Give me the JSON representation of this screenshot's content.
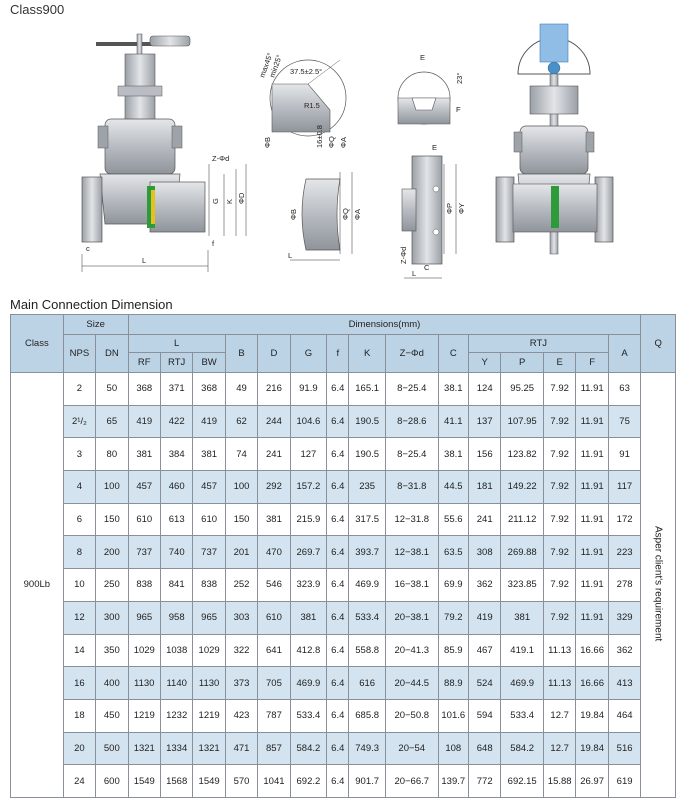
{
  "page_title": "Class900",
  "section_title": "Main Connection Dimension",
  "drawing_labels": {
    "fig1": {
      "z_phi_d": "Z-Φd",
      "c": "c",
      "f": "f",
      "l": "L",
      "g": "G",
      "k": "K",
      "phi_d": "ΦD"
    },
    "fig2": {
      "max45": "max45°",
      "min25": "min25°",
      "angle": "37.5±2.5°",
      "r": "R1.5",
      "t": "16±0.8",
      "phi_b": "ΦB",
      "phi_q": "ΦQ",
      "phi_a": "ΦA"
    },
    "fig3": {
      "phi_b": "ΦB",
      "phi_q": "ΦQ",
      "phi_a": "ΦA",
      "l": "L"
    },
    "fig4": {
      "e": "E",
      "f": "F",
      "angle": "23°"
    },
    "fig5": {
      "e": "E",
      "phi_p": "ΦP",
      "phi_y": "ΦY",
      "z_phi_d": "Z-Φd",
      "c": "C",
      "l": "L"
    }
  },
  "table": {
    "headers": {
      "class": "Class",
      "size": "Size",
      "dimensions": "Dimensions(mm)",
      "nps": "NPS",
      "dn": "DN",
      "l": "L",
      "b": "B",
      "d": "D",
      "g": "G",
      "f": "f",
      "k": "K",
      "z_phi_d": "Z−Φd",
      "c": "C",
      "rtj": "RTJ",
      "a": "A",
      "q": "Q",
      "rf": "RF",
      "l_rtj": "RTJ",
      "bw": "BW",
      "y": "Y",
      "p": "P",
      "e": "E",
      "f2": "F"
    },
    "class_value": "900Lb",
    "note": "Asper client's requirement",
    "rows": [
      [
        "2",
        "50",
        "368",
        "371",
        "368",
        "49",
        "216",
        "91.9",
        "6.4",
        "165.1",
        "8−25.4",
        "38.1",
        "124",
        "95.25",
        "7.92",
        "11.91",
        "63"
      ],
      [
        "2¹/₂",
        "65",
        "419",
        "422",
        "419",
        "62",
        "244",
        "104.6",
        "6.4",
        "190.5",
        "8−28.6",
        "41.1",
        "137",
        "107.95",
        "7.92",
        "11.91",
        "75"
      ],
      [
        "3",
        "80",
        "381",
        "384",
        "381",
        "74",
        "241",
        "127",
        "6.4",
        "190.5",
        "8−25.4",
        "38.1",
        "156",
        "123.82",
        "7.92",
        "11.91",
        "91"
      ],
      [
        "4",
        "100",
        "457",
        "460",
        "457",
        "100",
        "292",
        "157.2",
        "6.4",
        "235",
        "8−31.8",
        "44.5",
        "181",
        "149.22",
        "7.92",
        "11.91",
        "117"
      ],
      [
        "6",
        "150",
        "610",
        "613",
        "610",
        "150",
        "381",
        "215.9",
        "6.4",
        "317.5",
        "12−31.8",
        "55.6",
        "241",
        "211.12",
        "7.92",
        "11.91",
        "172"
      ],
      [
        "8",
        "200",
        "737",
        "740",
        "737",
        "201",
        "470",
        "269.7",
        "6.4",
        "393.7",
        "12−38.1",
        "63.5",
        "308",
        "269.88",
        "7.92",
        "11.91",
        "223"
      ],
      [
        "10",
        "250",
        "838",
        "841",
        "838",
        "252",
        "546",
        "323.9",
        "6.4",
        "469.9",
        "16−38.1",
        "69.9",
        "362",
        "323.85",
        "7.92",
        "11.91",
        "278"
      ],
      [
        "12",
        "300",
        "965",
        "958",
        "965",
        "303",
        "610",
        "381",
        "6.4",
        "533.4",
        "20−38.1",
        "79.2",
        "419",
        "381",
        "7.92",
        "11.91",
        "329"
      ],
      [
        "14",
        "350",
        "1029",
        "1038",
        "1029",
        "322",
        "641",
        "412.8",
        "6.4",
        "558.8",
        "20−41.3",
        "85.9",
        "467",
        "419.1",
        "11.13",
        "16.66",
        "362"
      ],
      [
        "16",
        "400",
        "1130",
        "1140",
        "1130",
        "373",
        "705",
        "469.9",
        "6.4",
        "616",
        "20−44.5",
        "88.9",
        "524",
        "469.9",
        "11.13",
        "16.66",
        "413"
      ],
      [
        "18",
        "450",
        "1219",
        "1232",
        "1219",
        "423",
        "787",
        "533.4",
        "6.4",
        "685.8",
        "20−50.8",
        "101.6",
        "594",
        "533.4",
        "12.7",
        "19.84",
        "464"
      ],
      [
        "20",
        "500",
        "1321",
        "1334",
        "1321",
        "471",
        "857",
        "584.2",
        "6.4",
        "749.3",
        "20−54",
        "108",
        "648",
        "584.2",
        "12.7",
        "19.84",
        "516"
      ],
      [
        "24",
        "600",
        "1549",
        "1568",
        "1549",
        "570",
        "1041",
        "692.2",
        "6.4",
        "901.7",
        "20−66.7",
        "139.7",
        "772",
        "692.15",
        "15.88",
        "26.97",
        "619"
      ]
    ]
  }
}
